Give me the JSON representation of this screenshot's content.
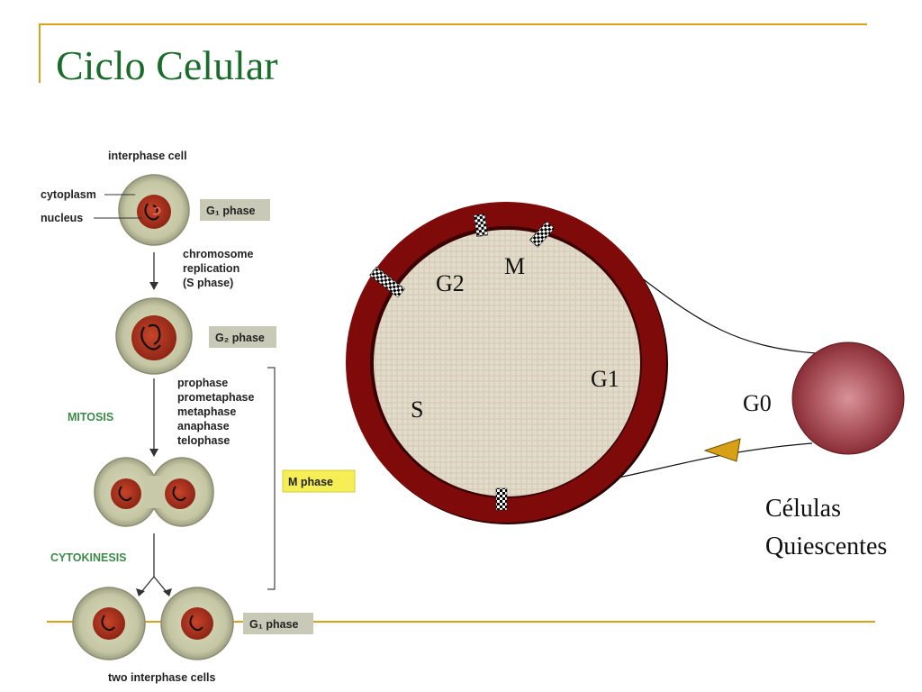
{
  "title": "Ciclo Celular",
  "cell_stages": {
    "top_label": "interphase cell",
    "cytoplasm": "cytoplasm",
    "nucleus": "nucleus",
    "g1_top": "G₁ phase",
    "s_line1": "chromosome",
    "s_line2": "replication",
    "s_line3": "(S phase)",
    "g2": "G₂ phase",
    "mitosis": "MITOSIS",
    "mitosis_steps": [
      "prophase",
      "prometaphase",
      "metaphase",
      "anaphase",
      "telophase"
    ],
    "m_phase": "M phase",
    "cytokinesis": "CYTOKINESIS",
    "g1_bottom": "G₁ phase",
    "bottom_label": "two interphase cells"
  },
  "cycle": {
    "m": "M",
    "g2": "G2",
    "g1": "G1",
    "s": "S",
    "g0": "G0",
    "quiescent_line1": "Células",
    "quiescent_line2": "Quiescentes"
  },
  "colors": {
    "title": "#1b6b2a",
    "rule": "#d9a21a",
    "ring": "#7e0a0a",
    "g0_sphere": "#a8484e",
    "cytoplasm": "#c8c9a8",
    "nucleus": "#a8301e",
    "m_phase_bg": "#f6ee55",
    "phase_box_bg": "#c9c9b7"
  }
}
